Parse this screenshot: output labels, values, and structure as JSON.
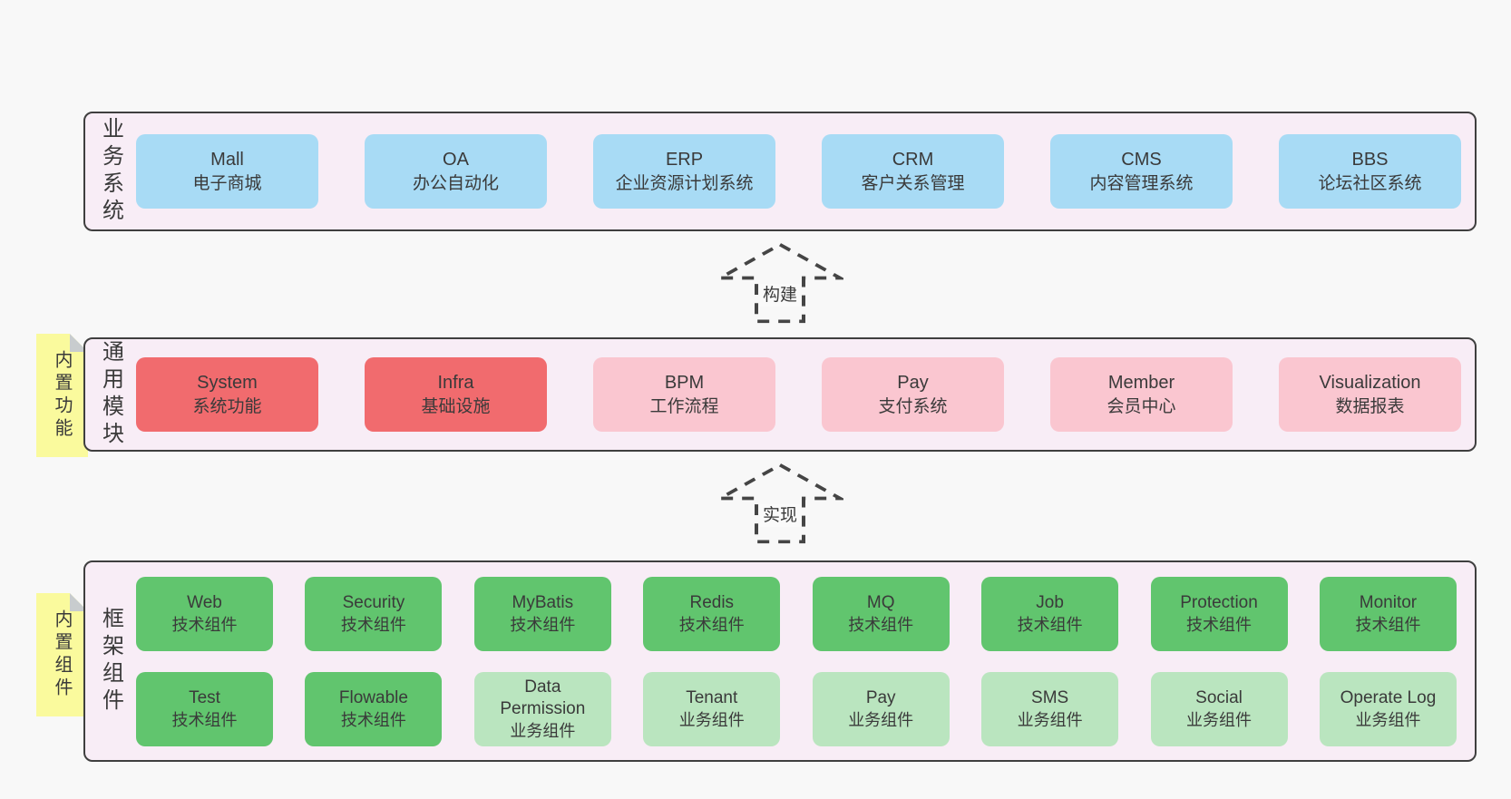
{
  "colors": {
    "page_background": "#f8f8f8",
    "band_background": "#f8edf6",
    "band_border": "#3f3f3f",
    "blue_box": "#a8dbf5",
    "red_box": "#f16b6e",
    "pink_box": "#fac6d0",
    "green_box": "#61c56e",
    "light_green_box": "#bae5bf",
    "sticky_yellow": "#fafa9d",
    "text": "#3a3a3a"
  },
  "arrows": {
    "build": {
      "label": "构建"
    },
    "implement": {
      "label": "实现"
    }
  },
  "bands": {
    "business": {
      "label": "业务系统",
      "boxes": [
        {
          "title": "Mall",
          "subtitle": "电子商城"
        },
        {
          "title": "OA",
          "subtitle": "办公自动化"
        },
        {
          "title": "ERP",
          "subtitle": "企业资源计划系统"
        },
        {
          "title": "CRM",
          "subtitle": "客户关系管理"
        },
        {
          "title": "CMS",
          "subtitle": "内容管理系统"
        },
        {
          "title": "BBS",
          "subtitle": "论坛社区系统"
        }
      ]
    },
    "modules": {
      "label": "通用模块",
      "sticky": "内置功能",
      "boxes": [
        {
          "title": "System",
          "subtitle": "系统功能"
        },
        {
          "title": "Infra",
          "subtitle": "基础设施"
        },
        {
          "title": "BPM",
          "subtitle": "工作流程"
        },
        {
          "title": "Pay",
          "subtitle": "支付系统"
        },
        {
          "title": "Member",
          "subtitle": "会员中心"
        },
        {
          "title": "Visualization",
          "subtitle": "数据报表"
        }
      ]
    },
    "components": {
      "label": "框架组件",
      "sticky": "内置组件",
      "rows": [
        [
          {
            "title": "Web",
            "subtitle": "技术组件"
          },
          {
            "title": "Security",
            "subtitle": "技术组件"
          },
          {
            "title": "MyBatis",
            "subtitle": "技术组件"
          },
          {
            "title": "Redis",
            "subtitle": "技术组件"
          },
          {
            "title": "MQ",
            "subtitle": "技术组件"
          },
          {
            "title": "Job",
            "subtitle": "技术组件"
          },
          {
            "title": "Protection",
            "subtitle": "技术组件"
          },
          {
            "title": "Monitor",
            "subtitle": "技术组件"
          }
        ],
        [
          {
            "title": "Test",
            "subtitle": "技术组件"
          },
          {
            "title": "Flowable",
            "subtitle": "技术组件"
          },
          {
            "title": "Data Permission",
            "subtitle": "业务组件"
          },
          {
            "title": "Tenant",
            "subtitle": "业务组件"
          },
          {
            "title": "Pay",
            "subtitle": "业务组件"
          },
          {
            "title": "SMS",
            "subtitle": "业务组件"
          },
          {
            "title": "Social",
            "subtitle": "业务组件"
          },
          {
            "title": "Operate Log",
            "subtitle": "业务组件"
          }
        ]
      ]
    }
  }
}
